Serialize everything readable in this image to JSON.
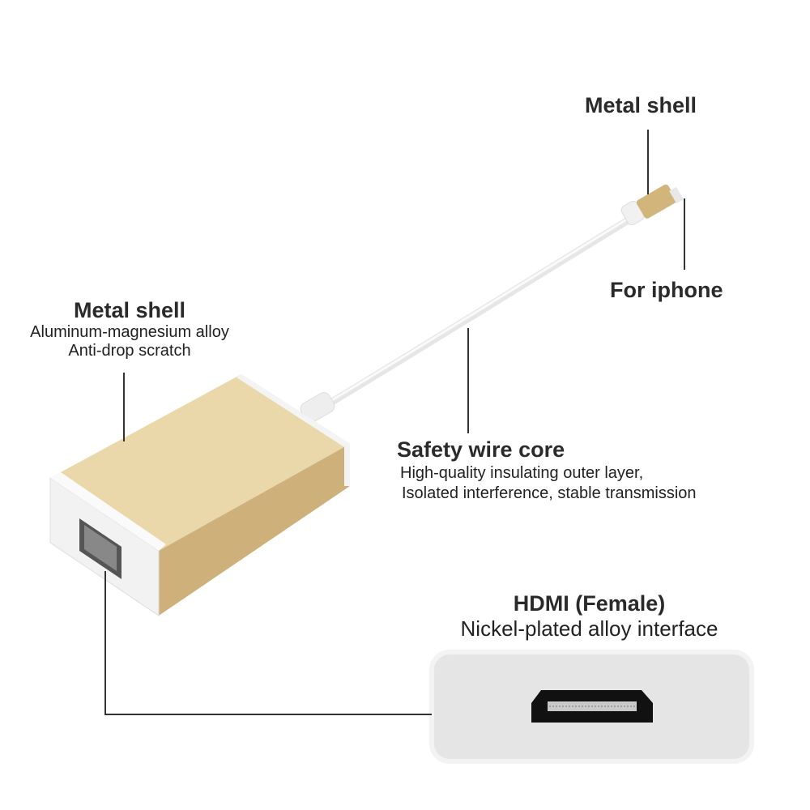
{
  "callouts": {
    "connector_shell": {
      "title": "Metal shell"
    },
    "connector_type": {
      "title": "For iphone"
    },
    "adapter_shell": {
      "title": "Metal shell",
      "line1": "Aluminum-magnesium alloy",
      "line2": "Anti-drop scratch"
    },
    "wire": {
      "title": "Safety wire core",
      "line1": "High-quality insulating outer layer,",
      "line2": "Isolated interference, stable transmission"
    },
    "hdmi": {
      "title": "HDMI (Female)",
      "line1": "Nickel-plated alloy interface"
    }
  },
  "colors": {
    "gold": "#e2cc9a",
    "gold_dark": "#c9ad72",
    "white_plastic": "#f2f2f2",
    "line": "#222222"
  }
}
